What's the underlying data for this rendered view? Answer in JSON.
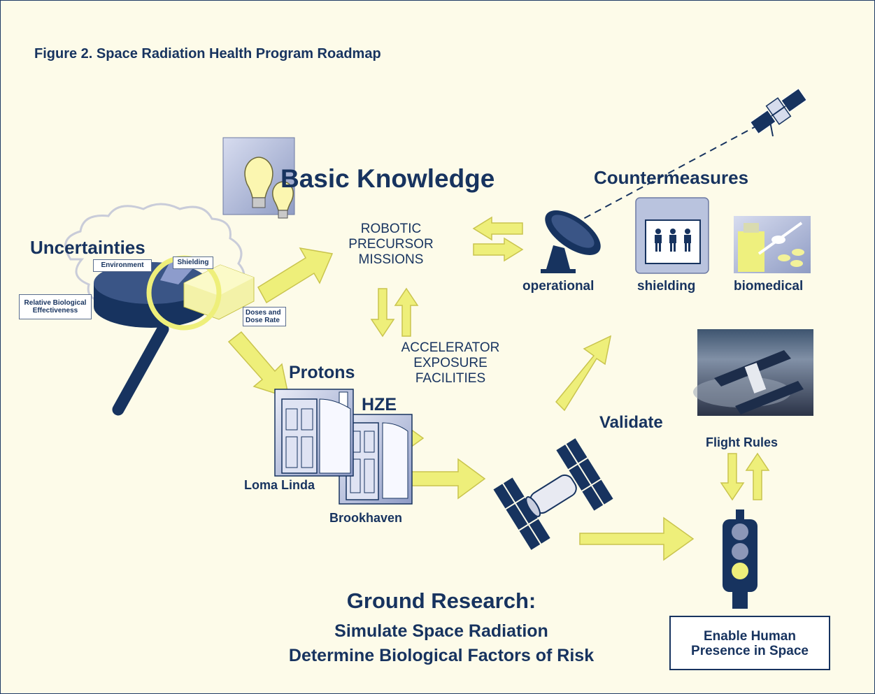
{
  "figure_title": "Figure 2. Space Radiation Health Program Roadmap",
  "basic_knowledge": "Basic Knowledge",
  "countermeasures": "Countermeasures",
  "uncertainties": {
    "title": "Uncertainties",
    "labels": {
      "environment": "Environment",
      "shielding": "Shielding",
      "rbe_line1": "Relative Biological",
      "rbe_line2": "Effectiveness",
      "doses_line1": "Doses and",
      "doses_line2": "Dose Rate"
    }
  },
  "robotic": [
    "ROBOTIC",
    "PRECURSOR",
    "MISSIONS"
  ],
  "accelerator": [
    "ACCELERATOR",
    "EXPOSURE",
    "FACILITIES"
  ],
  "protons": "Protons",
  "hze": "HZE",
  "loma_linda": "Loma Linda",
  "brookhaven": "Brookhaven",
  "validate": "Validate",
  "flight_rules": "Flight Rules",
  "countermeasure_labels": {
    "operational": "operational",
    "shielding": "shielding",
    "biomedical": "biomedical"
  },
  "enable": [
    "Enable Human",
    "Presence in Space"
  ],
  "ground_research": {
    "title": "Ground Research:",
    "line1": "Simulate Space Radiation",
    "line2": "Determine Biological Factors of Risk"
  },
  "colors": {
    "navy": "#17335f",
    "arrow_yellow": "#eeef7a",
    "arrow_outline": "#c9c44e",
    "background": "#fdfbe9",
    "panel_blue": "#b9c3de"
  },
  "icons": [
    "lightbulb-icon",
    "satellite-icon",
    "dish-antenna-icon",
    "people-icon",
    "medicine-icon",
    "magnifier-icon",
    "door-icon",
    "hubble-icon",
    "traffic-light-icon"
  ]
}
